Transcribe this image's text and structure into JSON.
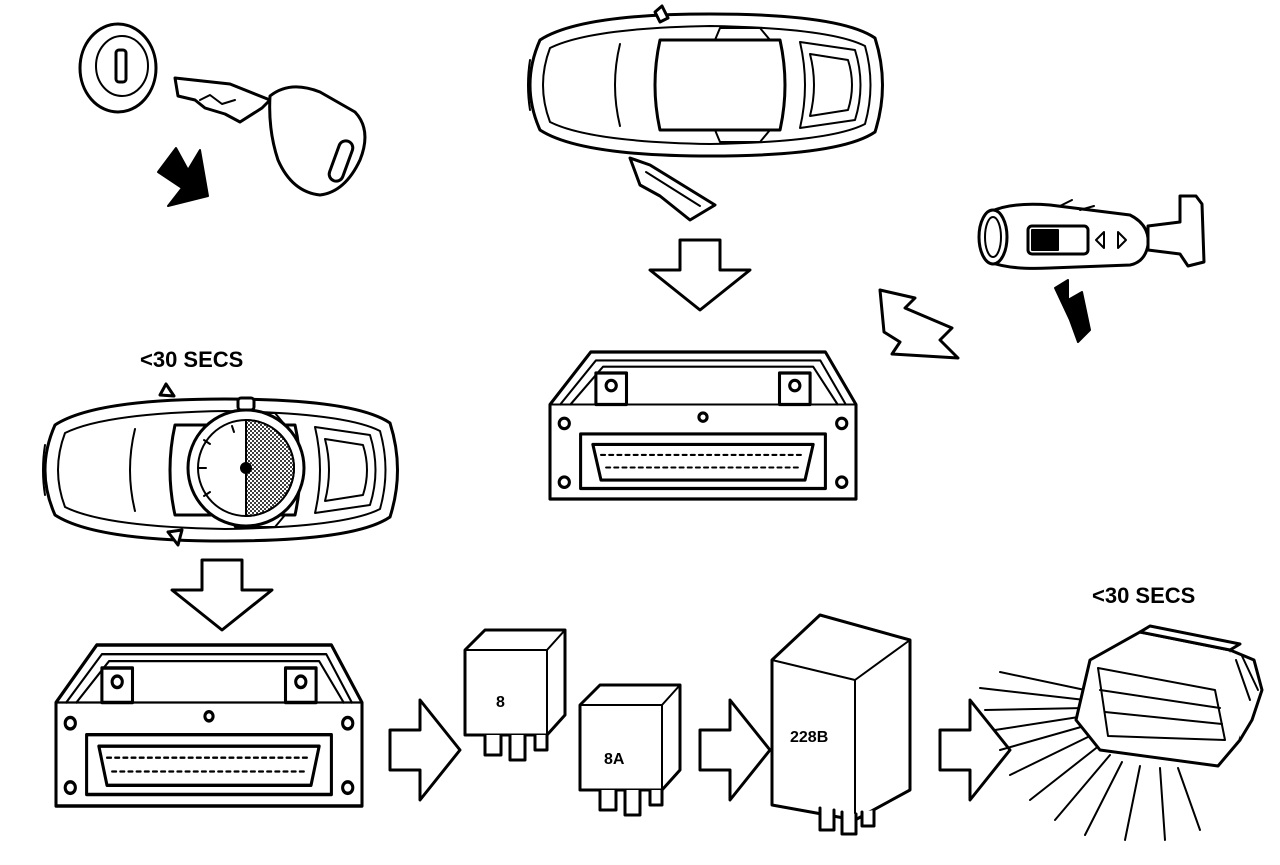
{
  "labels": {
    "timer_car": "<30 SECS",
    "timer_lamp": "<30 SECS",
    "relay_8": "8",
    "relay_8a": "8A",
    "relay_228b": "228B"
  },
  "icons": [
    "ignition-key-icon",
    "car-door-open-icon",
    "indicator-stalk-icon",
    "ecu-module-icon",
    "relay-icon",
    "headlamp-icon",
    "stopwatch-icon",
    "flow-arrow-icon"
  ],
  "colors": {
    "ink": "#000000",
    "paper": "#ffffff"
  }
}
